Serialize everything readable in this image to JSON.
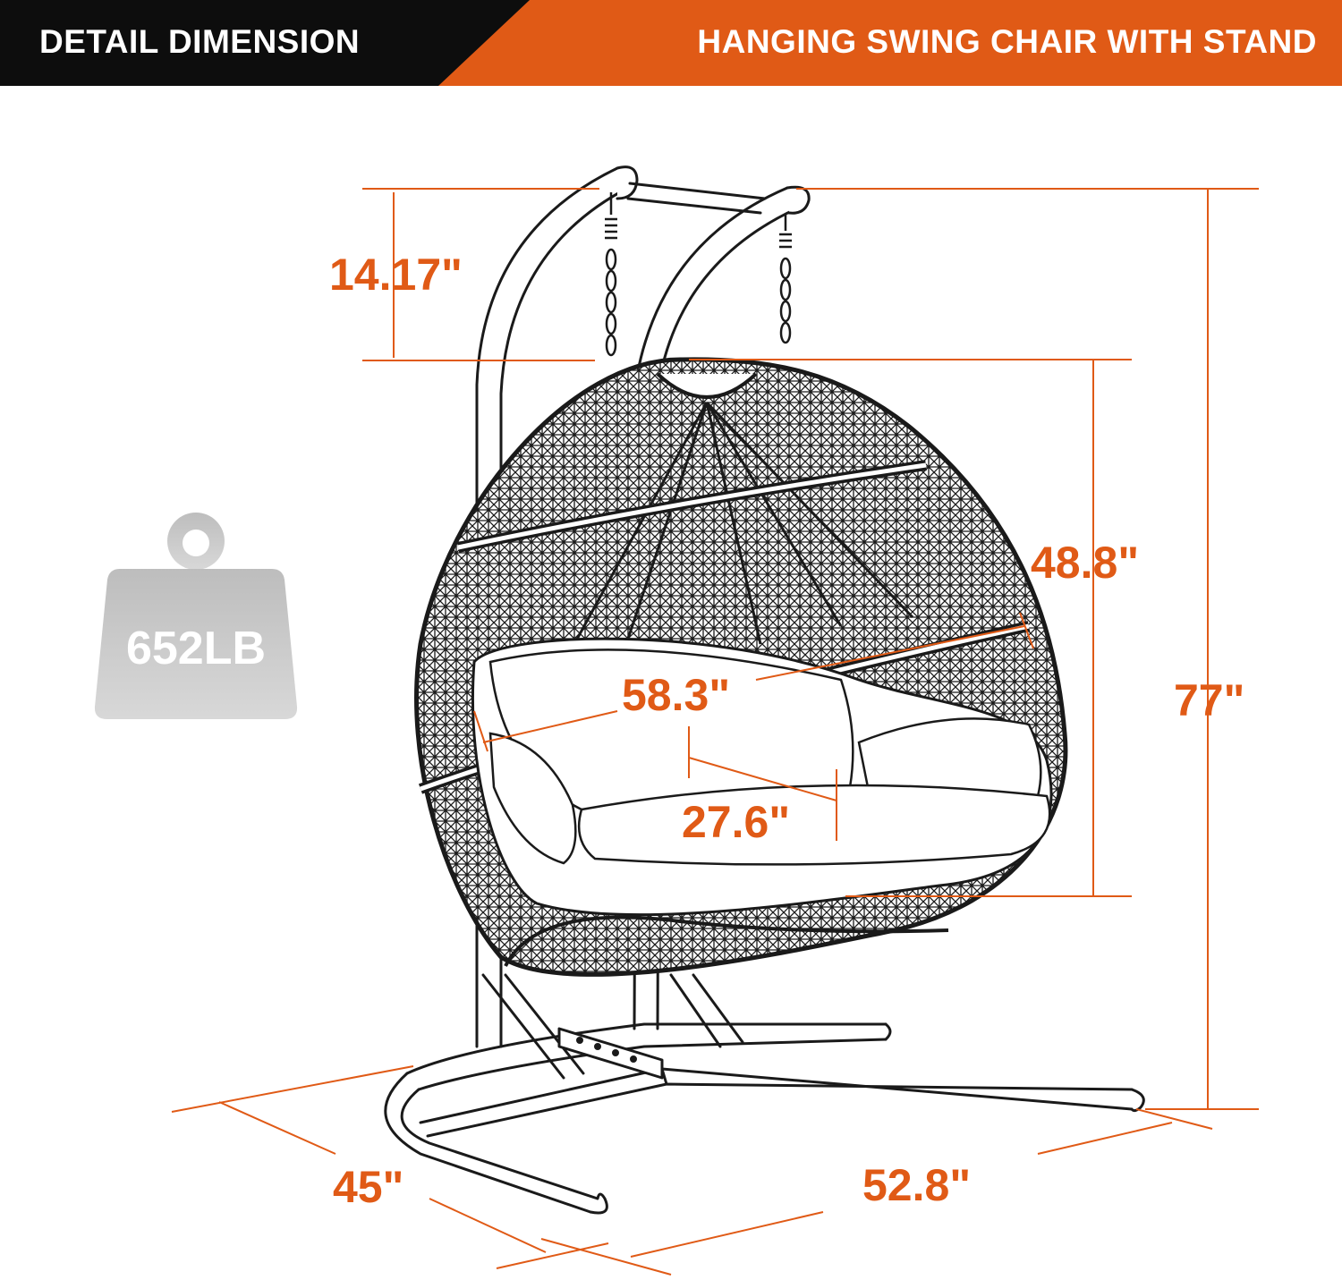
{
  "banner": {
    "left_title": "DETAIL DIMENSION",
    "right_title": "HANGING SWING CHAIR WITH STAND",
    "left_color": "#0d0d0d",
    "right_color": "#e05a16"
  },
  "weight_capacity": {
    "label": "652LB",
    "icon": "weight-icon"
  },
  "dimensions": {
    "chain_drop": "14.17\"",
    "basket_height": "48.8\"",
    "total_height": "77\"",
    "basket_width": "58.3\"",
    "seat_depth": "27.6\"",
    "base_depth": "45\"",
    "base_width": "52.8\""
  },
  "colors": {
    "accent": "#e05a16",
    "line": "#1a1a1a"
  }
}
